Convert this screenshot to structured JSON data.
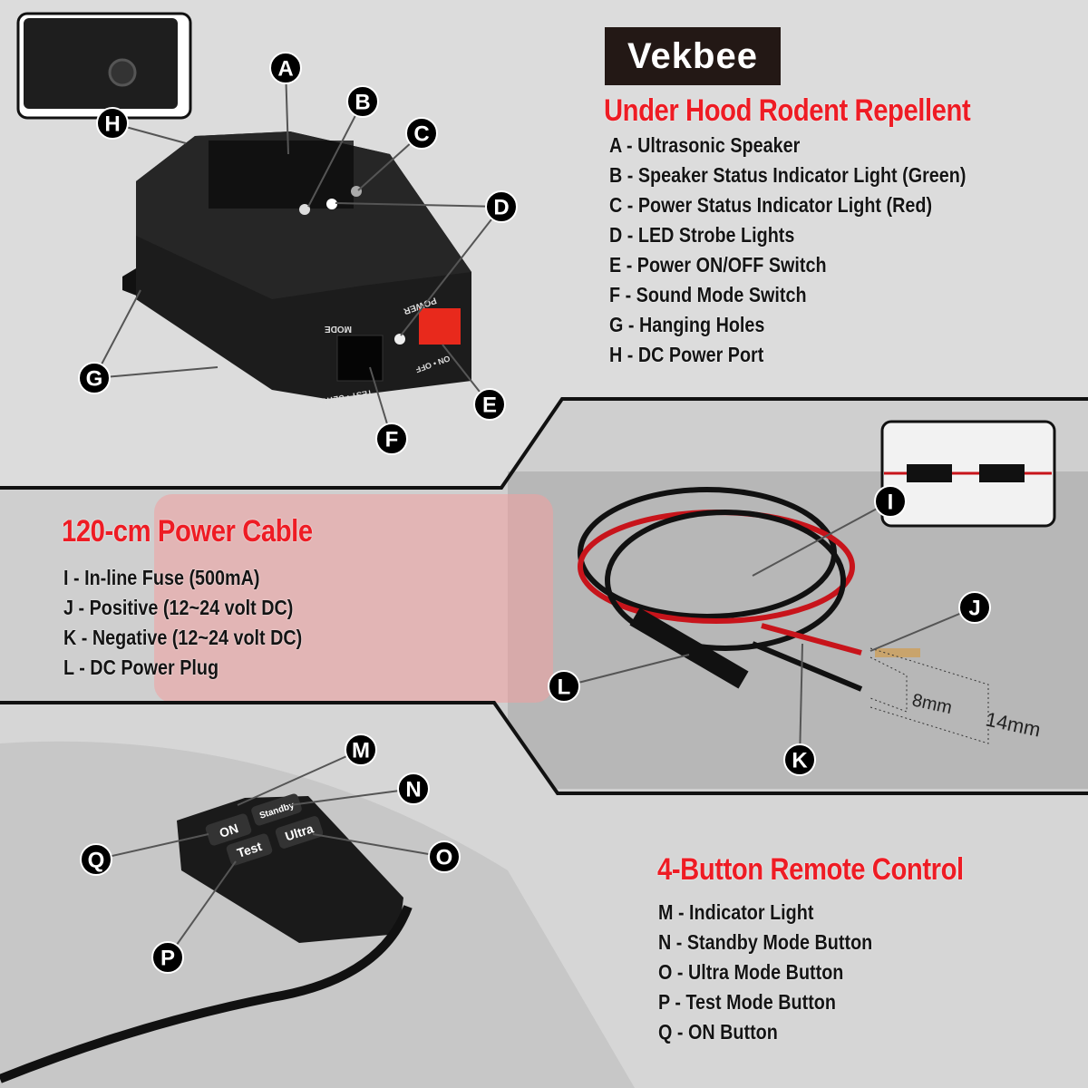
{
  "brand": {
    "logo_text": "Vekbee"
  },
  "sections": [
    {
      "title": "Under Hood Rodent Repellent",
      "items": [
        "A - Ultrasonic Speaker",
        "B - Speaker Status Indicator Light (Green)",
        "C - Power Status Indicator Light (Red)",
        "D - LED Strobe Lights",
        "E - Power ON/OFF Switch",
        "F - Sound Mode Switch",
        "G - Hanging Holes",
        "H - DC Power Port"
      ]
    },
    {
      "title": "120-cm Power Cable",
      "items": [
        "I - In-line Fuse (500mA)",
        "J - Positive (12~24 volt DC)",
        "K - Negative (12~24 volt DC)",
        "L - DC Power Plug"
      ]
    },
    {
      "title": "4-Button Remote Control",
      "items": [
        "M - Indicator Light",
        "N - Standby Mode Button",
        "O - Ultra Mode Button",
        "P - Test Mode Button",
        "Q - ON Button"
      ]
    }
  ],
  "device": {
    "mode_label": "MODE",
    "power_label": "POWER",
    "power_switch": "ON • OFF",
    "mode_switch": "TEST • ULTRA"
  },
  "cable": {
    "dim_small": "8mm",
    "dim_large": "14mm"
  },
  "remote": {
    "buttons": [
      "ON",
      "Standby",
      "Test",
      "Ultra"
    ]
  },
  "callouts": [
    "A",
    "B",
    "C",
    "D",
    "E",
    "F",
    "G",
    "H",
    "I",
    "J",
    "K",
    "L",
    "M",
    "N",
    "O",
    "P",
    "Q"
  ],
  "colors": {
    "heading": "#ee1c24",
    "callout": "#000000",
    "device": "#1c1c1c",
    "cable_red": "#c8141b"
  }
}
